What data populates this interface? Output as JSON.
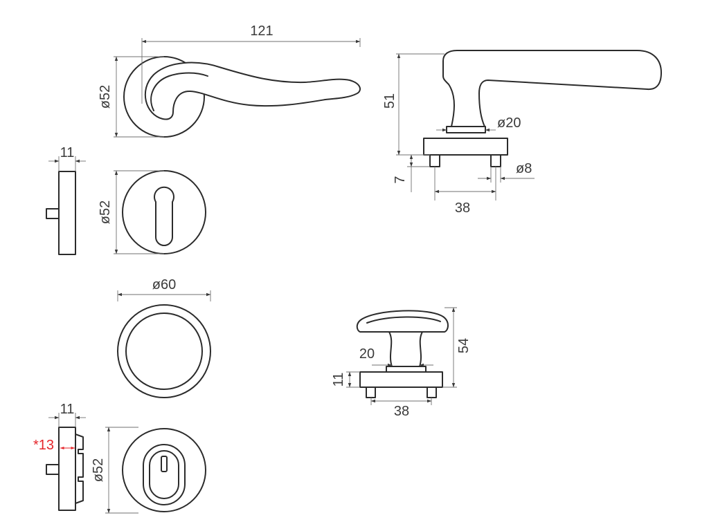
{
  "dimensions": {
    "lever_length": "121",
    "lever_rose_diameter": "ø52",
    "lever_height": "51",
    "spindle_diameter": "ø20",
    "rose_height": "7",
    "pin_diameter": "ø8",
    "pin_spacing": "38",
    "escutcheon_thickness": "11",
    "escutcheon_diameter": "ø52",
    "rose_diameter_large": "ø60",
    "knob_height": "54",
    "knob_neck_width": "20",
    "knob_base_height": "11",
    "knob_pin_spacing": "38",
    "wc_thickness": "11",
    "wc_offset": "*13",
    "wc_diameter": "ø52"
  },
  "colors": {
    "line": "#2b2b2b",
    "dimension": "#6f6f6f",
    "highlight": "#e5252a"
  }
}
